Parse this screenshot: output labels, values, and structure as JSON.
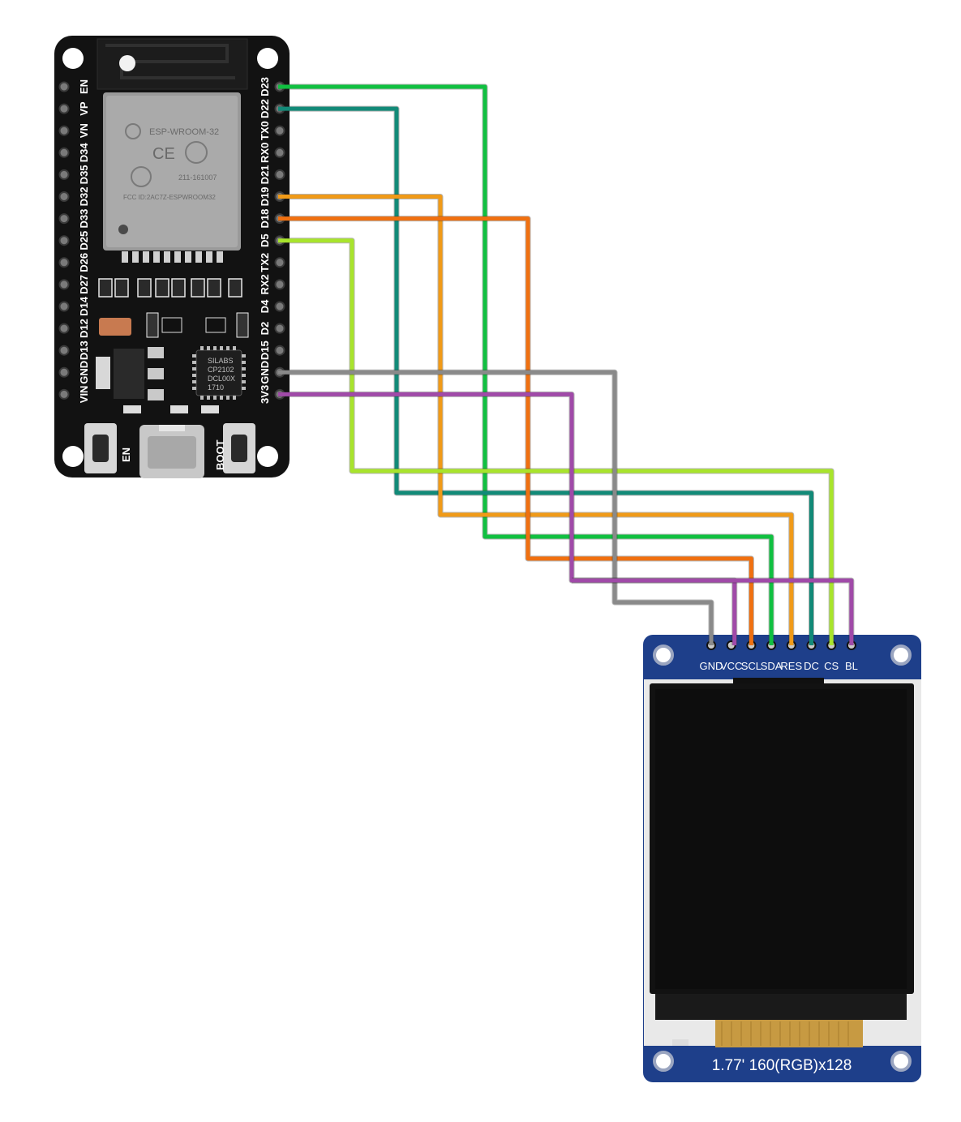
{
  "esp32": {
    "module_label": "ESP-WROOM-32",
    "module_fcc": "FCC ID:2AC7Z-ESPWROOM32",
    "module_cert": "211-161007",
    "usb_chip": [
      "SILABS",
      "CP2102",
      "DCL00X",
      "1710"
    ],
    "left_pins": [
      "EN",
      "VP",
      "VN",
      "D34",
      "D35",
      "D32",
      "D33",
      "D25",
      "D26",
      "D27",
      "D14",
      "D12",
      "D13",
      "GND",
      "VIN"
    ],
    "right_pins": [
      "D23",
      "D22",
      "TX0",
      "RX0",
      "D21",
      "D19",
      "D18",
      "D5",
      "TX2",
      "RX2",
      "D4",
      "D2",
      "D15",
      "GND",
      "3V3"
    ],
    "btn_en": "EN",
    "btn_boot": "BOOT"
  },
  "tft": {
    "pins": [
      "GND",
      "VCC",
      "SCL",
      "SDA",
      "RES",
      "DC",
      "CS",
      "BL"
    ],
    "caption": "1.77' 160(RGB)x128"
  },
  "wires": [
    {
      "from": "D23",
      "to": "SDA",
      "color": "#10c040"
    },
    {
      "from": "D22",
      "to": "DC",
      "color": "#128a78"
    },
    {
      "from": "D19",
      "to": "RES",
      "color": "#f09a18"
    },
    {
      "from": "D18",
      "to": "SCL",
      "color": "#f07010"
    },
    {
      "from": "D5",
      "to": "CS",
      "color": "#a8e42c"
    },
    {
      "from": "GND",
      "to": "GND",
      "color": "#8a8a8a"
    },
    {
      "from": "3V3",
      "to": "VCC",
      "color": "#a04aa8"
    },
    {
      "from": "3V3",
      "to": "BL",
      "color": "#a04aa8"
    }
  ]
}
